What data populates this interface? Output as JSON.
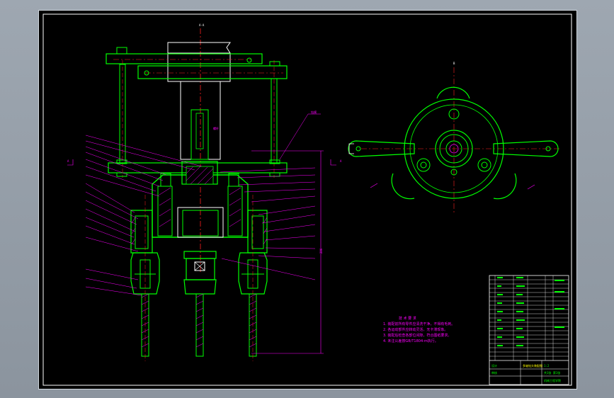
{
  "app": {
    "title": "CAD drawing viewer"
  },
  "drawing": {
    "top_label": "A-A",
    "right_view_label": "B",
    "callout_label": "A",
    "section_marks": [
      "A",
      "A"
    ],
    "notes_title": "技 术 要 求",
    "notes": [
      "1. 装配前所有零件应清洗干净，不得有毛刺。",
      "2. 各运动部件应转动灵活，无卡滞现象。",
      "3. 装配后检查各部位间隙，符合图纸要求。",
      "4. 未注公差按GB/T1804-m执行。"
    ],
    "title_block": {
      "drawing_name": "多轴钻头装配图",
      "scale": "1:2",
      "sheet": "共1张 第1张",
      "designer": "设计",
      "checker": "审核",
      "org": "机械工程学院"
    },
    "bom_rows": 20
  },
  "colors": {
    "background": "#000000",
    "body": "#00ff00",
    "center": "#ff2020",
    "dimension": "#ff00ff",
    "text": "#ffff00",
    "white": "#ffffff"
  }
}
